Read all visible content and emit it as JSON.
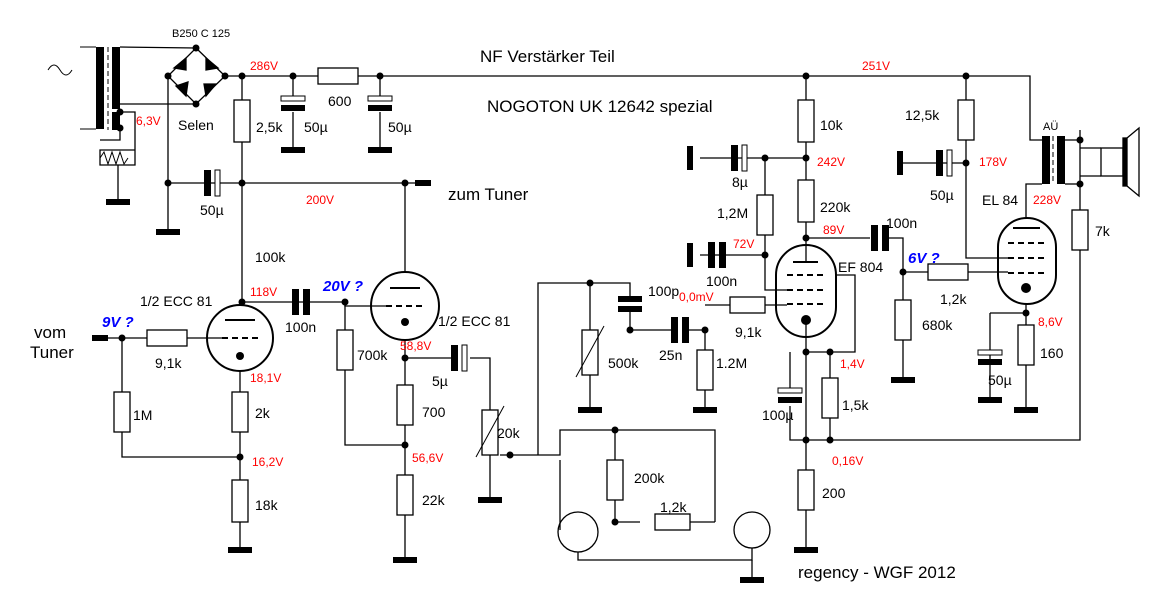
{
  "title": "NF Verstärker Teil",
  "subtitle": "NOGOTON UK 12642 spezial",
  "credit": "regency - WGF 2012",
  "terminals": {
    "to_tuner": "zum Tuner",
    "from_tuner": "vom\nTuner",
    "from_tuner_line1": "vom",
    "from_tuner_line2": "Tuner",
    "mains_symbol": "~"
  },
  "power_supply": {
    "rectifier": "B250 C 125",
    "rectifier_type": "Selen",
    "heater": "6,3V",
    "r_drop": "600",
    "r_bleed": "2,5k",
    "c1": "50µ",
    "c2": "50µ",
    "c3": "50µ"
  },
  "tubes": {
    "v1": "1/2 ECC 81",
    "v2": "1/2 ECC 81",
    "v3": "EF 804",
    "v4": "EL 84",
    "output_transformer": "AÜ"
  },
  "components": {
    "r_100k": "100k",
    "r_91k_in": "9,1k",
    "r_1M": "1M",
    "r_2k": "2k",
    "r_18k": "18k",
    "c_100n_1": "100n",
    "r_700k": "700k",
    "r_700": "700",
    "r_22k": "22k",
    "c_5u": "5µ",
    "pot_20k": "20k",
    "c_100p": "100p",
    "pot_500k": "500k",
    "c_25n": "25n",
    "r_12M_grid": "1.2M",
    "r_91k_grid": "9,1k",
    "r_10k": "10k",
    "r_220k": "220k",
    "c_8u": "8µ",
    "r_12M_screen": "1,2M",
    "c_100n_screen": "100n",
    "c_100u": "100µ",
    "r_15k": "1,5k",
    "r_200": "200",
    "r_200k": "200k",
    "r_12k_fb": "1,2k",
    "c_100n_coupling": "100n",
    "r_680k": "680k",
    "r_12k_grid": "1,2k",
    "r_125k": "12,5k",
    "c_50u_screen": "50µ",
    "r_7k": "7k",
    "r_160": "160",
    "c_50u_cathode": "50µ"
  },
  "voltages": {
    "v286": "286V",
    "v251": "251V",
    "v200": "200V",
    "v118": "118V",
    "v18_1": "18,1V",
    "v16_2": "16,2V",
    "v58_8": "58,8V",
    "v56_6": "56,6V",
    "v242": "242V",
    "v72": "72V",
    "v89": "89V",
    "v0mv": "0,0mV",
    "v1_4": "1,4V",
    "v0_16": "0,16V",
    "v178": "178V",
    "v228": "228V",
    "v8_6": "8,6V"
  },
  "estimated_voltages": {
    "v1_grid": "9V ?",
    "v2_grid": "20V ?",
    "v4_grid": "6V ?"
  },
  "colors": {
    "measured_voltage": "#ff0000",
    "estimated_voltage": "#0000ff",
    "lines": "#000000"
  }
}
